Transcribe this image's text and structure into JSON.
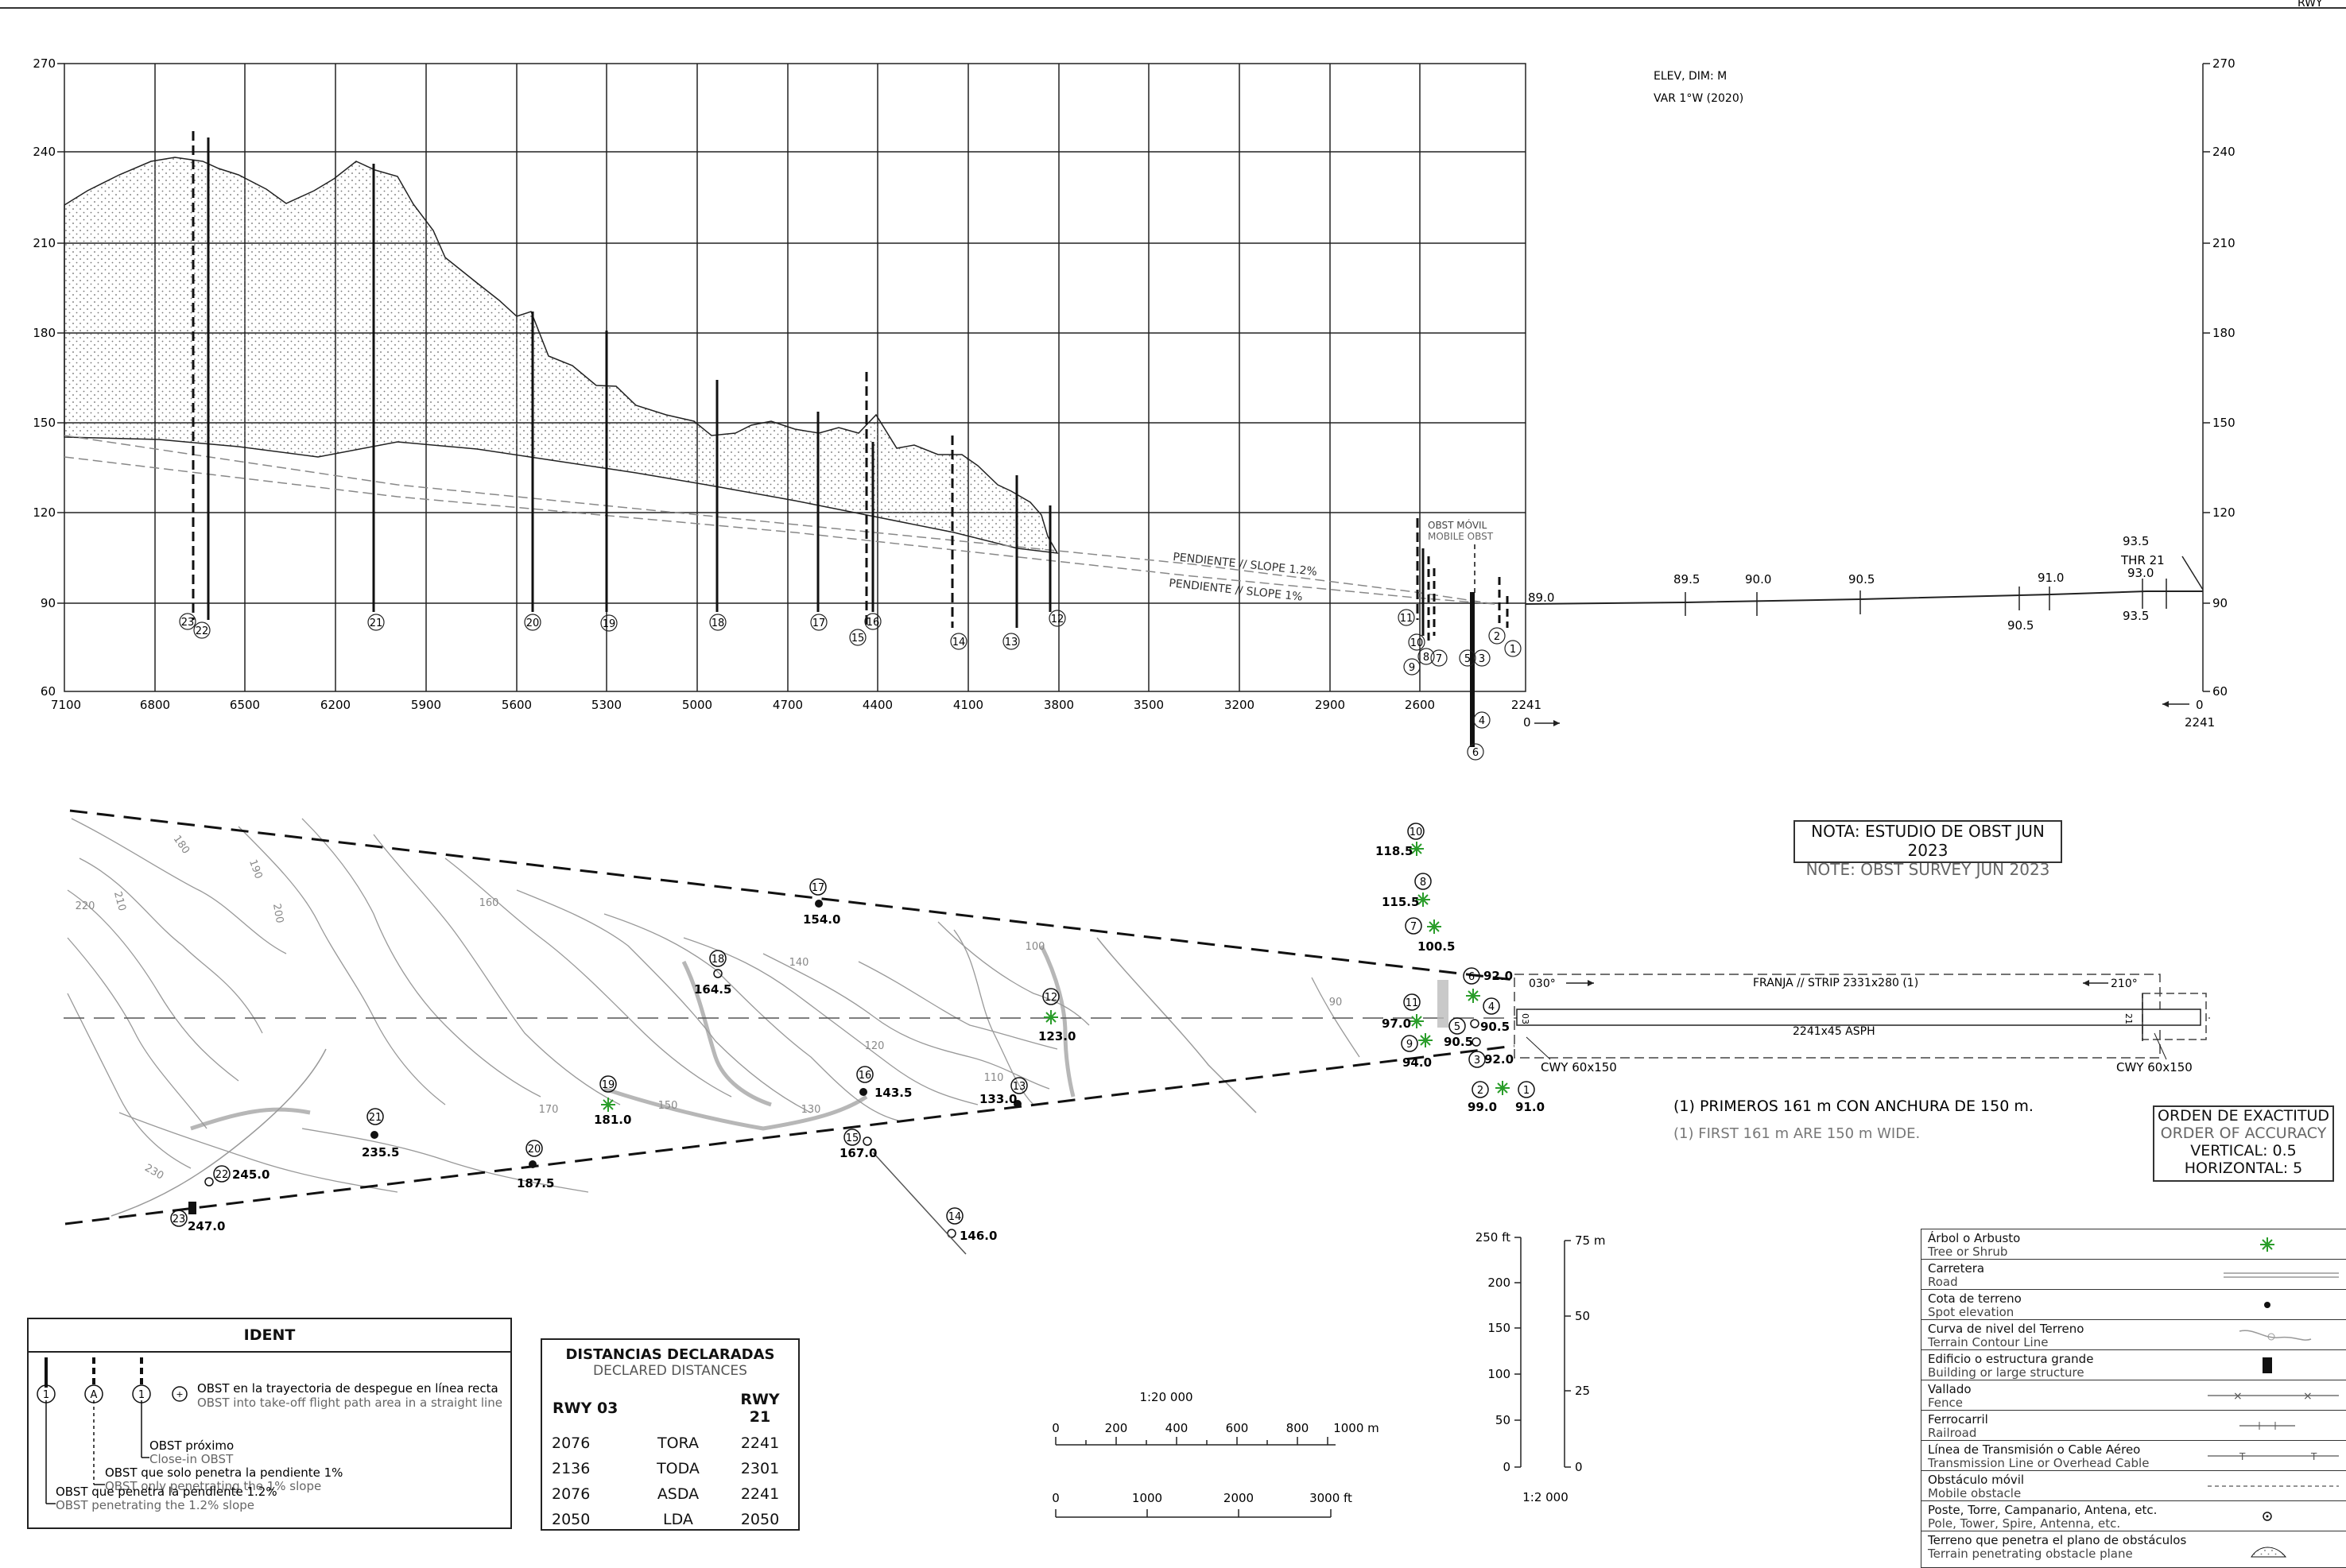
{
  "corner_label": "RWY",
  "profile": {
    "elev_label": "ELEV, DIM: M",
    "var_label": "VAR 1°W (2020)",
    "y_ticks": [
      "270",
      "240",
      "210",
      "180",
      "150",
      "120",
      "90",
      "60"
    ],
    "x_ticks": [
      "7100",
      "6800",
      "6500",
      "6200",
      "5900",
      "5600",
      "5300",
      "5000",
      "4700",
      "4400",
      "4100",
      "3800",
      "3500",
      "3200",
      "2900",
      "2600",
      "2241"
    ],
    "x_zero": "0",
    "right_x_zero": "0",
    "right_x_2241": "2241",
    "slope_12": "PENDIENTE // SLOPE 1.2%",
    "slope_1": "PENDIENTE // SLOPE 1%",
    "mobile_es": "OBST MÓVIL",
    "mobile_en": "MOBILE OBST",
    "rwy_elevs_top": [
      "89.0",
      "89.5",
      "90.0",
      "90.5",
      "91.0",
      "93.0",
      "93.5"
    ],
    "rwy_elevs_bottom": [
      "90.5",
      "93.5"
    ],
    "thr_label": "THR 21",
    "obst_numbers": [
      "23",
      "22",
      "21",
      "20",
      "19",
      "18",
      "17",
      "16",
      "15",
      "14",
      "13",
      "12",
      "11",
      "10",
      "9",
      "8",
      "7",
      "6",
      "5",
      "4",
      "3",
      "2",
      "1"
    ]
  },
  "plan": {
    "nota_es": "NOTA: ESTUDIO DE OBST JUN 2023",
    "nota_en": "NOTE: OBST SURVEY JUN 2023",
    "strip_label": "FRANJA // STRIP 2331x280 (1)",
    "rwy_label": "2241x45 ASPH",
    "hdg_030": "030°",
    "hdg_210": "210°",
    "cwy_left": "CWY 60x150",
    "cwy_right": "CWY 60x150",
    "rwy_end_03": "03",
    "rwy_end_21": "21",
    "note_es": "(1) PRIMEROS 161 m CON ANCHURA DE 150 m.",
    "note_en": "(1) FIRST 161 m ARE 150 m WIDE.",
    "obstacles": [
      {
        "n": "10",
        "elev": "118.5"
      },
      {
        "n": "8",
        "elev": "115.5"
      },
      {
        "n": "7",
        "elev": "100.5"
      },
      {
        "n": "6",
        "elev": "92.0"
      },
      {
        "n": "11",
        "elev": "97.0"
      },
      {
        "n": "4",
        "elev": "90.5"
      },
      {
        "n": "5",
        "elev": "90.5"
      },
      {
        "n": "9",
        "elev": "94.0"
      },
      {
        "n": "3",
        "elev": "92.0"
      },
      {
        "n": "2",
        "elev": "99.0"
      },
      {
        "n": "1",
        "elev": "91.0"
      },
      {
        "n": "12",
        "elev": "123.0"
      },
      {
        "n": "13",
        "elev": "133.0"
      },
      {
        "n": "16",
        "elev": "143.5"
      },
      {
        "n": "15",
        "elev": "167.0"
      },
      {
        "n": "14",
        "elev": "146.0"
      },
      {
        "n": "17",
        "elev": "154.0"
      },
      {
        "n": "18",
        "elev": "164.5"
      },
      {
        "n": "19",
        "elev": "181.0"
      },
      {
        "n": "20",
        "elev": "187.5"
      },
      {
        "n": "21",
        "elev": "235.5"
      },
      {
        "n": "22",
        "elev": "245.0"
      },
      {
        "n": "23",
        "elev": "247.0"
      }
    ],
    "contours": [
      "180",
      "190",
      "200",
      "210",
      "220",
      "230",
      "170",
      "160",
      "150",
      "140",
      "130",
      "120",
      "110",
      "100",
      "90"
    ]
  },
  "order": {
    "es": "ORDEN DE EXACTITUD",
    "en": "ORDER OF ACCURACY",
    "vertical": "VERTICAL: 0.5",
    "horizontal": "HORIZONTAL: 5"
  },
  "ident": {
    "title": "IDENT",
    "sym_1": "1",
    "sym_a": "A",
    "sym_1b": "1",
    "obst_line_es": "OBST en la trayectoria de despegue en línea recta",
    "obst_line_en": "OBST into take-off flight path area in a straight line",
    "close_es": "OBST próximo",
    "close_en": "Close-in OBST",
    "pen1_es": "OBST que solo penetra la pendiente 1%",
    "pen1_en": "OBST only penetrating the 1% slope",
    "pen12_es": "OBST que penetra la pendiente 1.2%",
    "pen12_en": "OBST penetrating the 1.2% slope"
  },
  "declared": {
    "title_es": "DISTANCIAS DECLARADAS",
    "title_en": "DECLARED DISTANCES",
    "col_left": "RWY 03",
    "col_right": "RWY 21",
    "rows": [
      {
        "left": "2076",
        "name": "TORA",
        "right": "2241"
      },
      {
        "left": "2136",
        "name": "TODA",
        "right": "2301"
      },
      {
        "left": "2076",
        "name": "ASDA",
        "right": "2241"
      },
      {
        "left": "2050",
        "name": "LDA",
        "right": "2050"
      }
    ]
  },
  "scale": {
    "ratio": "1:20 000",
    "m_ticks": [
      "0",
      "200",
      "400",
      "600",
      "800",
      "1000 m"
    ],
    "ft_ticks": [
      "0",
      "1000",
      "2000",
      "3000 ft"
    ],
    "v_ratio": "1:2 000",
    "v_ft": [
      "250 ft",
      "200",
      "150",
      "100",
      "50",
      "0"
    ],
    "v_m": [
      "75 m",
      "50",
      "25",
      "0"
    ]
  },
  "legend": [
    {
      "es": "Árbol o Arbusto",
      "en": "Tree or Shrub",
      "icon": "tree-icon"
    },
    {
      "es": "Carretera",
      "en": "Road",
      "icon": "road-icon"
    },
    {
      "es": "Cota de terreno",
      "en": "Spot elevation",
      "icon": "spot-icon"
    },
    {
      "es": "Curva de nivel del Terreno",
      "en": "Terrain Contour Line",
      "icon": "contour-icon"
    },
    {
      "es": "Edificio o estructura grande",
      "en": "Building or large structure",
      "icon": "building-icon"
    },
    {
      "es": "Vallado",
      "en": "Fence",
      "icon": "fence-icon"
    },
    {
      "es": "Ferrocarril",
      "en": "Railroad",
      "icon": "railroad-icon"
    },
    {
      "es": "Línea de Transmisión o Cable Aéreo",
      "en": "Transmission Line or Overhead Cable",
      "icon": "powerline-icon"
    },
    {
      "es": "Obstáculo móvil",
      "en": "Mobile obstacle",
      "icon": "mobile-icon"
    },
    {
      "es": "Poste, Torre, Campanario, Antena, etc.",
      "en": "Pole, Tower, Spire, Antenna, etc.",
      "icon": "pole-icon"
    },
    {
      "es": "Terreno que penetra el plano de obstáculos",
      "en": "Terrain penetrating obstacle plane",
      "icon": "terrain-icon"
    }
  ]
}
